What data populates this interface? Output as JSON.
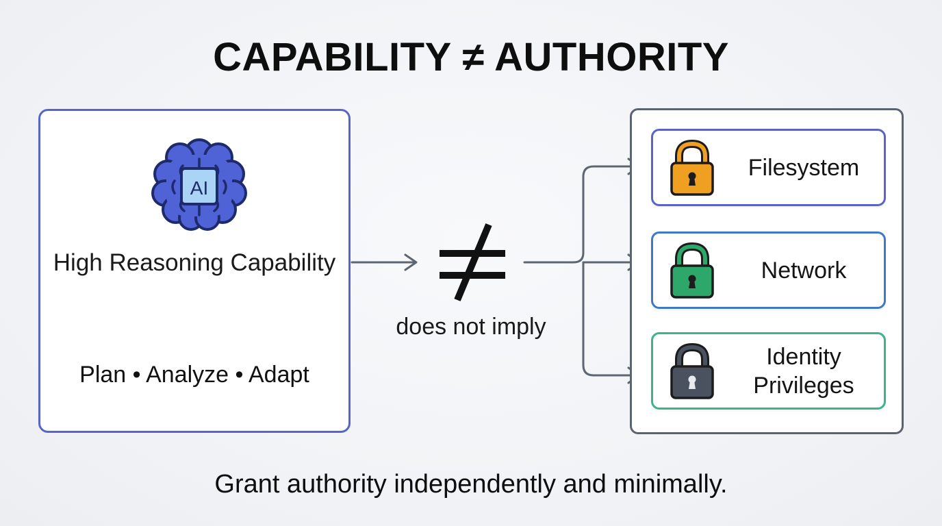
{
  "title": "CAPABILITY ≠ AUTHORITY",
  "capability": {
    "icon_text": "AI",
    "label": "High Reasoning Capability",
    "actions": "Plan • Analyze • Adapt"
  },
  "relation": {
    "symbol": "≠",
    "caption": "does not imply"
  },
  "resources": [
    {
      "label": "Filesystem",
      "lock_color": "#f0a020"
    },
    {
      "label": "Network",
      "lock_color": "#2ea86a"
    },
    {
      "label": "Identity Privileges",
      "lock_color": "#4a5260"
    }
  ],
  "footer": "Grant authority independently and minimally.",
  "colors": {
    "capability_border": "#5566c8",
    "brain": "#4f63d6",
    "authority_border": "#5c6370",
    "arrow": "#5c6673"
  }
}
